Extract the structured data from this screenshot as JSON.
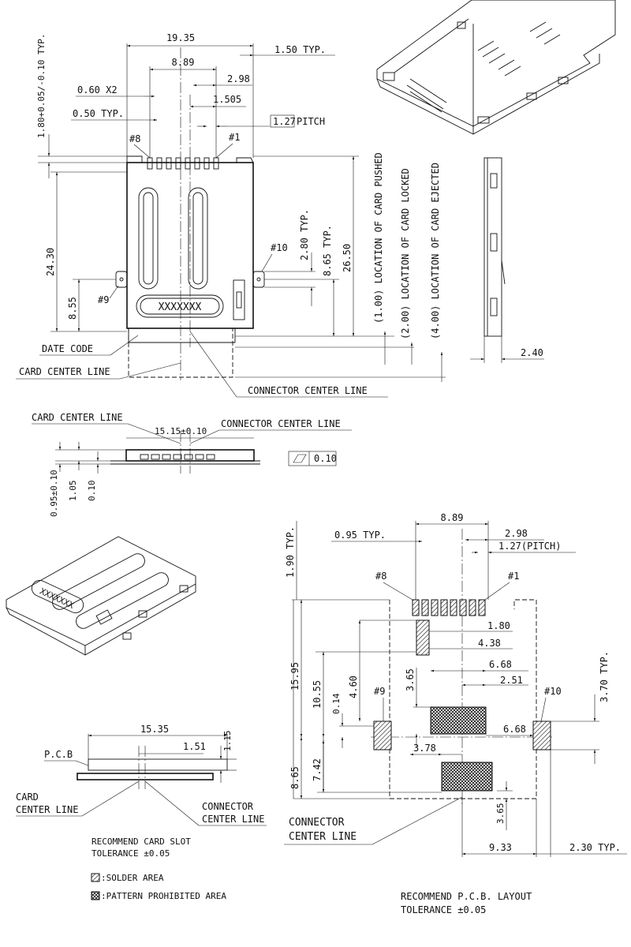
{
  "top_view": {
    "dim_19_35": "19.35",
    "dim_8_89": "8.89",
    "dim_1_50": "1.50 TYP.",
    "dim_2_98": "2.98",
    "dim_0_60": "0.60 X2",
    "dim_1_505": "1.505",
    "dim_0_50": "0.50 TYP.",
    "dim_1_27": "1.27",
    "pitch_label": "PITCH",
    "dim_1_80_tol": "1.80+0.05/-0.10 TYP.",
    "pin8": "#8",
    "pin1": "#1",
    "pin9": "#9",
    "pin10": "#10",
    "dim_24_30": "24.30",
    "dim_8_55": "8.55",
    "dim_2_80": "2.80 TYP.",
    "dim_8_65": "8.65 TYP.",
    "dim_26_50": "26.50",
    "loc_pushed": "(1.00) LOCATION OF CARD PUSHED",
    "loc_locked": "(2.00) LOCATION OF CARD LOCKED",
    "loc_ejected": "(4.00) LOCATION OF CARD EJECTED",
    "date_code": "DATE CODE",
    "card_center": "CARD CENTER LINE",
    "connector_center": "CONNECTOR CENTER LINE",
    "card_marking": "XXXXXXX"
  },
  "side_view": {
    "dim_2_40": "2.40"
  },
  "front_view": {
    "card_center": "CARD CENTER LINE",
    "connector_center": "CONNECTOR CENTER LINE",
    "dim_15_15": "15.15±0.10",
    "dim_0_95": "0.95±0.10",
    "dim_1_05": "1.05",
    "dim_0_10": "0.10",
    "flatness": "0.10"
  },
  "slot_view": {
    "dim_15_35": "15.35",
    "dim_1_51": "1.51",
    "dim_1_15": "1.15",
    "pcb": "P.C.B",
    "card_center_1": "CARD",
    "card_center_2": "CENTER LINE",
    "connector_center_1": "CONNECTOR",
    "connector_center_2": "CENTER LINE",
    "note_1": "RECOMMEND CARD SLOT",
    "note_2": "TOLERANCE ±0.05",
    "legend_solder": ":SOLDER AREA",
    "legend_prohibited": ":PATTERN PROHIBITED AREA"
  },
  "pcb_layout": {
    "dim_8_89": "8.89",
    "dim_0_95": "0.95 TYP.",
    "dim_2_98": "2.98",
    "dim_1_27": "1.27(PITCH)",
    "dim_1_90": "1.90 TYP.",
    "pin8": "#8",
    "pin1": "#1",
    "pin9": "#9",
    "pin10": "#10",
    "dim_1_80": "1.80",
    "dim_4_38": "4.38",
    "dim_6_68_top": "6.68",
    "dim_2_51": "2.51",
    "dim_3_70": "3.70 TYP.",
    "dim_15_95": "15.95",
    "dim_10_55": "10.55",
    "dim_4_60": "4.60",
    "dim_0_14": "0.14",
    "dim_3_65_a": "3.65",
    "dim_6_68_mid": "6.68",
    "dim_3_78": "3.78",
    "dim_7_42": "7.42",
    "dim_8_65": "8.65",
    "dim_3_65_b": "3.65",
    "dim_9_33": "9.33",
    "dim_2_30": "2.30 TYP.",
    "connector_center_1": "CONNECTOR",
    "connector_center_2": "CENTER LINE",
    "note_1": "RECOMMEND P.C.B. LAYOUT",
    "note_2": "TOLERANCE ±0.05"
  }
}
